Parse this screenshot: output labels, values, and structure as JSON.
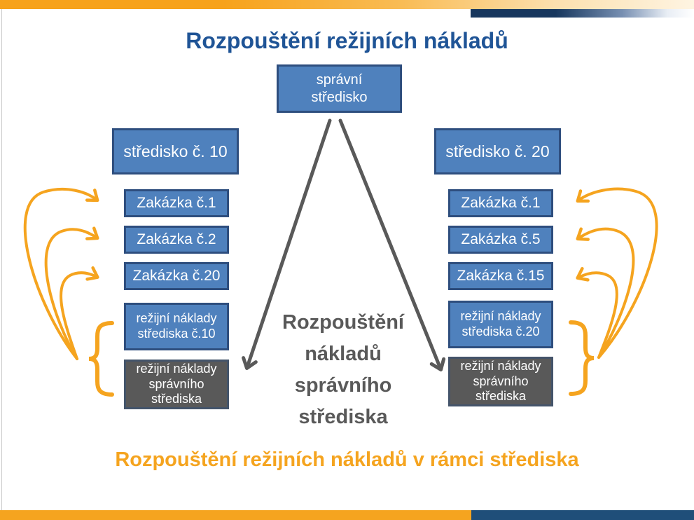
{
  "title": "Rozpouštění režijních nákladů",
  "footer_title": "Rozpouštění režijních nákladů v rámci střediska",
  "center_note": "Rozpouštění\nnákladů\nsprávního\nstřediska",
  "admin_box_label": "správní\nstředisko",
  "left_group": {
    "header": "středisko č. 10",
    "orders": [
      "Zakázka č.1",
      "Zakázka č.2",
      "Zakázka č.20"
    ],
    "overhead": "režijní náklady\nstřediska č.10",
    "admin_overhead": "režijní náklady\nsprávního\nstřediska"
  },
  "right_group": {
    "header": "středisko č. 20",
    "orders": [
      "Zakázka č.1",
      "Zakázka č.5",
      "Zakázka č.15"
    ],
    "overhead": "režijní náklady\nstřediska č.20",
    "admin_overhead": "režijní náklady\nsprávního\nstřediska"
  },
  "icons": {
    "left_fan": "curved-arrows-to-left-orders",
    "right_fan": "curved-arrows-to-right-orders",
    "left_brace": "curly-brace-left-group",
    "right_brace": "curly-brace-right-group",
    "admin_arrows": "admin-cost-allocation-arrows"
  },
  "colors": {
    "box_fill": "#4F81BD",
    "box_border": "#2E4E7E",
    "dark_box_fill": "#595959",
    "dark_box_border": "#44546A",
    "title_blue": "#1F5496",
    "accent_orange": "#F5A41F",
    "frame_blue": "#1F4E79",
    "note_gray": "#595959"
  }
}
